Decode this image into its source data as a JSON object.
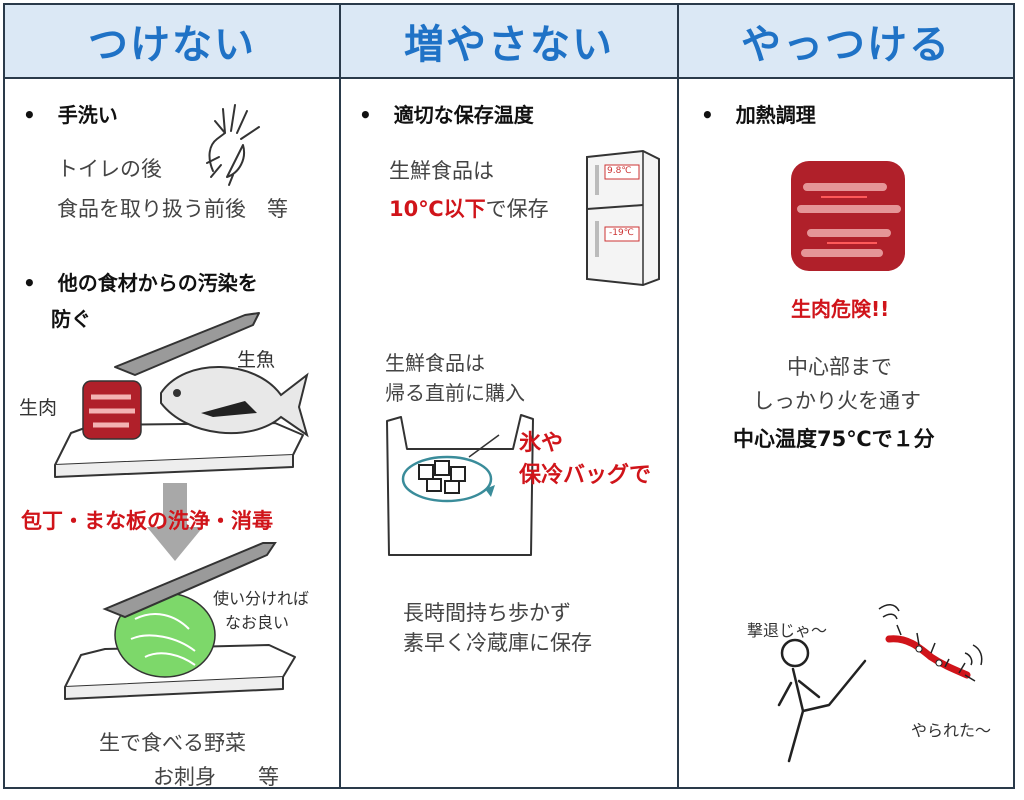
{
  "columns": [
    {
      "header": "つけない",
      "bullet1": "手洗い",
      "text_a": "トイレの後",
      "text_b": "食品を取り扱う前後　等",
      "bullet2_line1": "他の食材からの汚染を",
      "bullet2_line2": "防ぐ",
      "label_fish": "生魚",
      "label_meat": "生肉",
      "wash_text": "包丁・まな板の洗浄・消毒",
      "split_line1": "使い分ければ",
      "split_line2": "なお良い",
      "veg_line1": "生で食べる野菜",
      "veg_line2": "お刺身　　等"
    },
    {
      "header": "増やさない",
      "bullet1": "適切な保存温度",
      "fresh_a": "生鮮食品は",
      "temp_red": "10℃以下",
      "temp_rest": "で保存",
      "fridge_top": "9.8℃",
      "fridge_bottom": "-19℃",
      "buy_line1": "生鮮食品は",
      "buy_line2": "帰る直前に購入",
      "ice_line1": "氷や",
      "ice_line2": "保冷バッグで",
      "carry_line1": "長時間持ち歩かず",
      "carry_line2": "素早く冷蔵庫に保存"
    },
    {
      "header": "やっつける",
      "bullet1": "加熱調理",
      "danger": "生肉危険!!",
      "core_line1": "中心部まで",
      "core_line2": "しっかり火を通す",
      "core_temp": "中心温度75℃で１分",
      "kick_text": "撃退じゃ〜",
      "beaten_text": "やられた〜"
    }
  ],
  "colors": {
    "header_bg": "#dbe8f5",
    "header_text": "#1f72c6",
    "accent_red": "#d0141a",
    "meat_red": "#b0202a"
  }
}
